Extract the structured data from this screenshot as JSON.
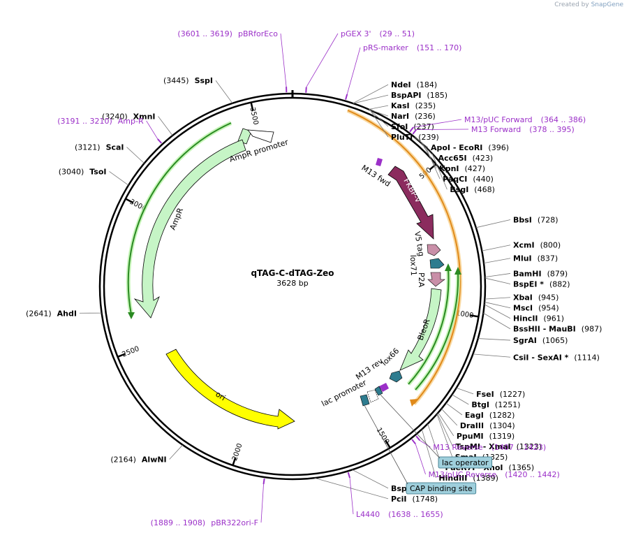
{
  "credit": {
    "prefix": "Created by",
    "brand": "SnapGene"
  },
  "plasmid": {
    "name": "qTAG-C-dTAG-Zeo",
    "length_label": "3628 bp",
    "length": 3628
  },
  "ticks": [
    {
      "pos": 500,
      "label": "500"
    },
    {
      "pos": 1000,
      "label": "1000"
    },
    {
      "pos": 1500,
      "label": "1500"
    },
    {
      "pos": 2000,
      "label": "2000"
    },
    {
      "pos": 2500,
      "label": "2500"
    },
    {
      "pos": 3000,
      "label": "3000"
    },
    {
      "pos": 3500,
      "label": "3500"
    }
  ],
  "sites_left": [
    {
      "pos": 3445,
      "name": "SspI",
      "coord": "(3445)"
    },
    {
      "pos": 3240,
      "name": "XmnI",
      "coord": "(3240)"
    },
    {
      "pos": 3121,
      "name": "ScaI",
      "coord": "(3121)"
    },
    {
      "pos": 3040,
      "name": "TsoI",
      "coord": "(3040)"
    },
    {
      "pos": 2641,
      "name": "AhdI",
      "coord": "(2641)"
    },
    {
      "pos": 2164,
      "name": "AlwNI",
      "coord": "(2164)"
    }
  ],
  "sites_right": [
    {
      "pos": 184,
      "name": "NdeI",
      "coord": "(184)"
    },
    {
      "pos": 185,
      "name": "BspAPI",
      "coord": "(185)"
    },
    {
      "pos": 235,
      "name": "KasI",
      "coord": "(235)"
    },
    {
      "pos": 236,
      "name": "NarI",
      "coord": "(236)"
    },
    {
      "pos": 237,
      "name": "SfoI",
      "coord": "(237)"
    },
    {
      "pos": 239,
      "name": "PluTI",
      "coord": "(239)"
    },
    {
      "pos": 396,
      "name": "ApoI   - EcoRI",
      "coord": "(396)"
    },
    {
      "pos": 423,
      "name": "Acc65I",
      "coord": "(423)"
    },
    {
      "pos": 427,
      "name": "KpnI",
      "coord": "(427)"
    },
    {
      "pos": 440,
      "name": "PaqCI",
      "coord": "(440)"
    },
    {
      "pos": 468,
      "name": "BsgI",
      "coord": "(468)"
    },
    {
      "pos": 728,
      "name": "BbsI",
      "coord": "(728)"
    },
    {
      "pos": 800,
      "name": "XcmI",
      "coord": "(800)"
    },
    {
      "pos": 837,
      "name": "MluI",
      "coord": "(837)"
    },
    {
      "pos": 879,
      "name": "BamHI",
      "coord": "(879)"
    },
    {
      "pos": 882,
      "name": "BspEI *",
      "coord": "(882)"
    },
    {
      "pos": 945,
      "name": "XbaI",
      "coord": "(945)"
    },
    {
      "pos": 954,
      "name": "MscI",
      "coord": "(954)"
    },
    {
      "pos": 961,
      "name": "HincII",
      "coord": "(961)"
    },
    {
      "pos": 987,
      "name": "BssHII   - MauBI",
      "coord": "(987)"
    },
    {
      "pos": 1065,
      "name": "SgrAI",
      "coord": "(1065)"
    },
    {
      "pos": 1114,
      "name": "CsiI   - SexAI *",
      "coord": "(1114)"
    },
    {
      "pos": 1227,
      "name": "FseI",
      "coord": "(1227)"
    },
    {
      "pos": 1251,
      "name": "BtgI",
      "coord": "(1251)"
    },
    {
      "pos": 1282,
      "name": "EagI",
      "coord": "(1282)"
    },
    {
      "pos": 1304,
      "name": "DraIII",
      "coord": "(1304)"
    },
    {
      "pos": 1319,
      "name": "PpuMI",
      "coord": "(1319)"
    },
    {
      "pos": 1323,
      "name": "TspMI   - XmaI",
      "coord": "(1323)"
    },
    {
      "pos": 1325,
      "name": "SmaI",
      "coord": "(1325)"
    },
    {
      "pos": 1365,
      "name": "PaeR7I   - XhoI",
      "coord": "(1365)"
    },
    {
      "pos": 1389,
      "name": "HindIII",
      "coord": "(1389)"
    },
    {
      "pos": 1632,
      "name": "BspQI   - SapI",
      "coord": "(1632)"
    },
    {
      "pos": 1748,
      "name": "PciI",
      "coord": "(1748)"
    }
  ],
  "primers": [
    {
      "pos": 3610,
      "name": "pBRforEco",
      "coord": "(3601 .. 3619)"
    },
    {
      "pos": 40,
      "name": "pGEX 3'",
      "coord": "(29 .. 51)"
    },
    {
      "pos": 160,
      "name": "pRS-marker",
      "coord": "(151 .. 170)"
    },
    {
      "pos": 375,
      "name": "M13/pUC Forward",
      "coord": "(364 .. 386)"
    },
    {
      "pos": 386,
      "name": "M13 Forward",
      "coord": "(378 .. 395)"
    },
    {
      "pos": 3200,
      "name": "Amp-R",
      "coord": "(3191 .. 3210)"
    },
    {
      "pos": 1415,
      "name": "M13 Reverse",
      "coord": "(1407 .. 1423)"
    },
    {
      "pos": 1431,
      "name": "M13/pUC Reverse",
      "coord": "(1420 .. 1442)"
    },
    {
      "pos": 1646,
      "name": "L4440",
      "coord": "(1638 .. 1655)"
    },
    {
      "pos": 1898,
      "name": "pBR322ori-F",
      "coord": "(1889 .. 1908)"
    }
  ],
  "boxed_features": [
    {
      "name": "lac operator"
    },
    {
      "name": "CAP binding site"
    }
  ],
  "features": {
    "m13_fwd": "M13 fwd",
    "fkbp": "FKBP-V",
    "v5tag": "V5 tag",
    "lox71": "lox71",
    "p2a": "P2A",
    "bleor": "BleoR",
    "lox66": "lox66",
    "m13_rev": "M13 rev",
    "lac_promoter": "lac promoter",
    "ori": "ori",
    "ampr": "AmpR",
    "ampr_promoter": "AmpR promoter"
  },
  "colors": {
    "primer": "#9b30c8",
    "fkbp": "#8b2c5e",
    "v5tag": "#c98fa8",
    "lox": "#2e7c8f",
    "p2a": "#c98fa8",
    "bleor": "#c6f5c6",
    "ori": "#ffff00",
    "ampr": "#c6f5c6",
    "orf_green": "#2a8a22",
    "orf_orange": "#e08a1a",
    "box_fill": "#9fcfdc"
  }
}
